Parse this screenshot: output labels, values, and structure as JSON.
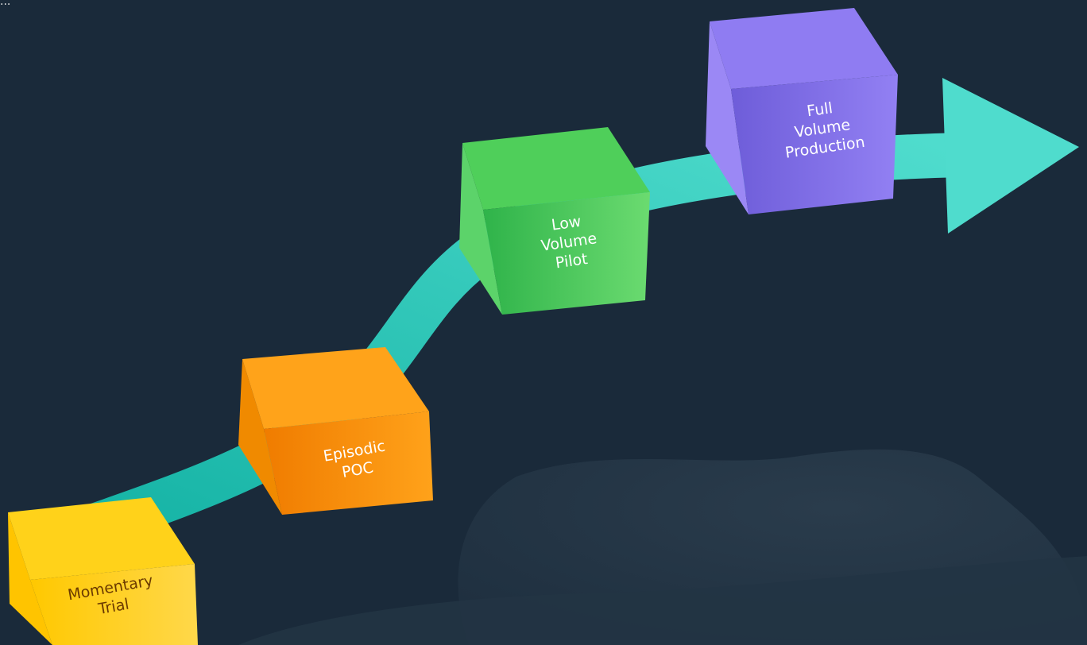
{
  "top_caption": "...",
  "stages": [
    {
      "id": "momentary",
      "lines": [
        "Momentary",
        "Trial"
      ],
      "text_color": "#6b3a00",
      "colors": {
        "top": "#ffd21a",
        "left": "#ffc400",
        "front_a": "#ffc800",
        "front_b": "#ffd84a"
      }
    },
    {
      "id": "episodic",
      "lines": [
        "Episodic",
        "POC"
      ],
      "text_color": "#ffffff",
      "colors": {
        "top": "#ffa31a",
        "left": "#f08a00",
        "front_a": "#f07c00",
        "front_b": "#ffa21a"
      }
    },
    {
      "id": "low-volume",
      "lines": [
        "Low",
        "Volume",
        "Pilot"
      ],
      "text_color": "#ffffff",
      "colors": {
        "top": "#4fcf5a",
        "left": "#5cd36a",
        "front_a": "#2fb34a",
        "front_b": "#6bdb70"
      }
    },
    {
      "id": "full-volume",
      "lines": [
        "Full",
        "Volume",
        "Production"
      ],
      "text_color": "#ffffff",
      "colors": {
        "top": "#8f7cf2",
        "left": "#9b88f5",
        "front_a": "#6e5dd9",
        "front_b": "#9280f3"
      }
    }
  ],
  "path_colors": {
    "start": "#15b3a5",
    "end": "#4fdccd"
  },
  "background": "#1a2a3a"
}
